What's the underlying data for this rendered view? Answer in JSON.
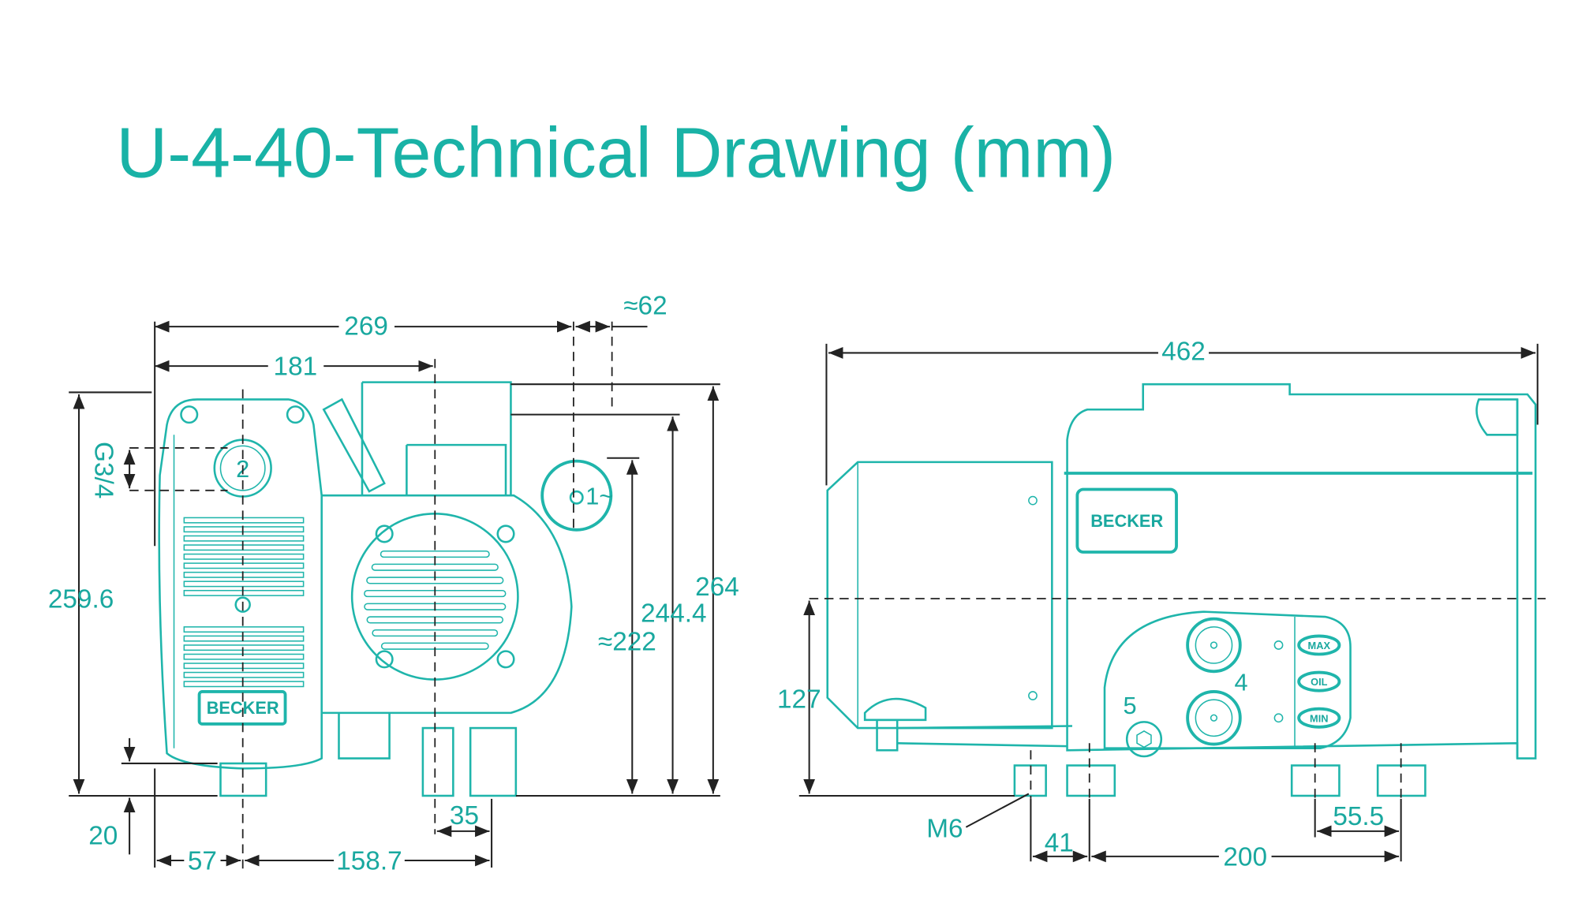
{
  "title": "U-4-40-Technical Drawing (mm)",
  "colors": {
    "accent": "#19b2a6",
    "dimension_line": "#222222"
  },
  "front_view": {
    "dimensions": {
      "overall_width": "269",
      "approx_offset": "≈62",
      "center_offset": "181",
      "port_size": "G3/4",
      "height_left": "259.6",
      "foot_height": "20",
      "left_to_axis": "57",
      "axis_spacing": "158.7",
      "foot_width": "35",
      "height_motor": "≈222",
      "height_mid": "244.4",
      "height_total": "264"
    },
    "callouts": {
      "port": "2",
      "motor": "1~"
    },
    "brand": "BECKER"
  },
  "side_view": {
    "dimensions": {
      "overall_length": "462",
      "axis_height": "127",
      "thread": "M6",
      "foot_offset": "41",
      "foot_spacing": "200",
      "foot_width": "55.5"
    },
    "callouts": {
      "sight_glass": "4",
      "drain_plug": "5"
    },
    "brand": "BECKER",
    "oil_labels": {
      "max": "MAX",
      "oil": "OIL",
      "min": "MIN"
    }
  }
}
